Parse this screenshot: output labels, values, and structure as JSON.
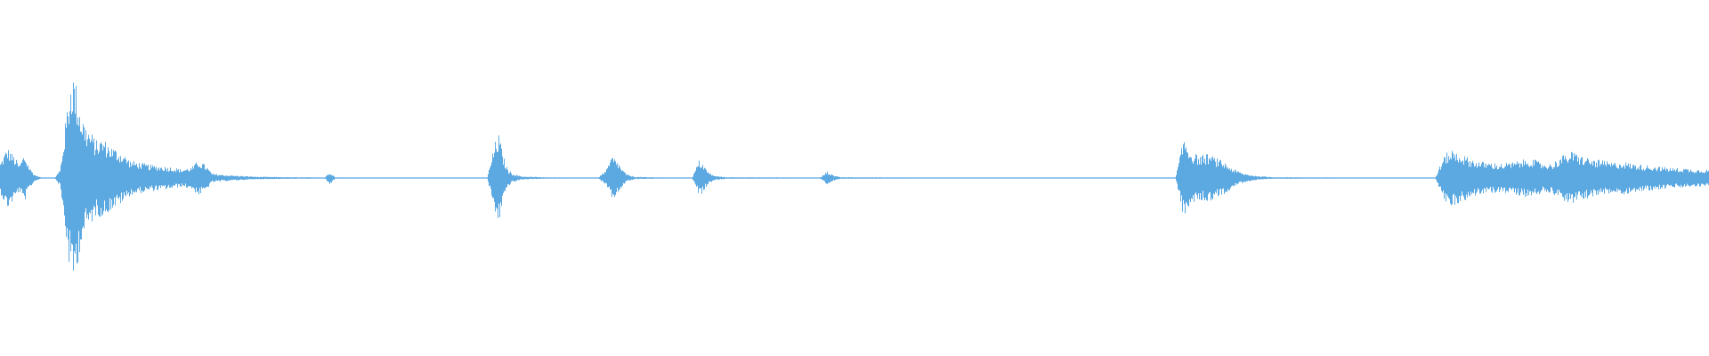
{
  "waveform": {
    "color": "#5ca9e2",
    "background": "#ffffff",
    "duration_fraction_note": "",
    "envelope": [
      [
        0.0,
        0.14
      ],
      [
        0.004,
        0.28
      ],
      [
        0.008,
        0.2
      ],
      [
        0.011,
        0.12
      ],
      [
        0.014,
        0.22
      ],
      [
        0.017,
        0.1
      ],
      [
        0.02,
        0.03
      ],
      [
        0.024,
        0.004
      ],
      [
        0.032,
        0.004
      ],
      [
        0.035,
        0.08
      ],
      [
        0.037,
        0.35
      ],
      [
        0.04,
        0.78
      ],
      [
        0.042,
        1.0
      ],
      [
        0.044,
        0.88
      ],
      [
        0.047,
        0.62
      ],
      [
        0.05,
        0.48
      ],
      [
        0.053,
        0.42
      ],
      [
        0.056,
        0.34
      ],
      [
        0.06,
        0.36
      ],
      [
        0.064,
        0.3
      ],
      [
        0.068,
        0.26
      ],
      [
        0.072,
        0.22
      ],
      [
        0.076,
        0.16
      ],
      [
        0.082,
        0.14
      ],
      [
        0.088,
        0.12
      ],
      [
        0.094,
        0.11
      ],
      [
        0.1,
        0.1
      ],
      [
        0.106,
        0.08
      ],
      [
        0.112,
        0.1
      ],
      [
        0.116,
        0.16
      ],
      [
        0.12,
        0.12
      ],
      [
        0.124,
        0.04
      ],
      [
        0.13,
        0.03
      ],
      [
        0.14,
        0.02
      ],
      [
        0.15,
        0.012
      ],
      [
        0.17,
        0.008
      ],
      [
        0.19,
        0.006
      ],
      [
        0.193,
        0.06
      ],
      [
        0.196,
        0.006
      ],
      [
        0.24,
        0.004
      ],
      [
        0.285,
        0.004
      ],
      [
        0.29,
        0.35
      ],
      [
        0.292,
        0.4
      ],
      [
        0.294,
        0.22
      ],
      [
        0.297,
        0.08
      ],
      [
        0.3,
        0.04
      ],
      [
        0.305,
        0.015
      ],
      [
        0.32,
        0.006
      ],
      [
        0.35,
        0.004
      ],
      [
        0.355,
        0.08
      ],
      [
        0.358,
        0.2
      ],
      [
        0.361,
        0.16
      ],
      [
        0.364,
        0.08
      ],
      [
        0.367,
        0.03
      ],
      [
        0.372,
        0.01
      ],
      [
        0.395,
        0.004
      ],
      [
        0.405,
        0.004
      ],
      [
        0.409,
        0.16
      ],
      [
        0.411,
        0.14
      ],
      [
        0.414,
        0.06
      ],
      [
        0.418,
        0.02
      ],
      [
        0.425,
        0.008
      ],
      [
        0.48,
        0.004
      ],
      [
        0.484,
        0.06
      ],
      [
        0.487,
        0.03
      ],
      [
        0.492,
        0.008
      ],
      [
        0.55,
        0.004
      ],
      [
        0.64,
        0.004
      ],
      [
        0.688,
        0.004
      ],
      [
        0.69,
        0.16
      ],
      [
        0.693,
        0.38
      ],
      [
        0.697,
        0.24
      ],
      [
        0.702,
        0.2
      ],
      [
        0.707,
        0.22
      ],
      [
        0.712,
        0.18
      ],
      [
        0.717,
        0.14
      ],
      [
        0.722,
        0.08
      ],
      [
        0.728,
        0.04
      ],
      [
        0.735,
        0.02
      ],
      [
        0.745,
        0.008
      ],
      [
        0.8,
        0.004
      ],
      [
        0.84,
        0.004
      ],
      [
        0.843,
        0.12
      ],
      [
        0.846,
        0.22
      ],
      [
        0.85,
        0.26
      ],
      [
        0.855,
        0.22
      ],
      [
        0.86,
        0.18
      ],
      [
        0.866,
        0.15
      ],
      [
        0.872,
        0.14
      ],
      [
        0.878,
        0.13
      ],
      [
        0.884,
        0.14
      ],
      [
        0.89,
        0.16
      ],
      [
        0.896,
        0.18
      ],
      [
        0.902,
        0.14
      ],
      [
        0.908,
        0.13
      ],
      [
        0.914,
        0.2
      ],
      [
        0.92,
        0.24
      ],
      [
        0.926,
        0.2
      ],
      [
        0.932,
        0.17
      ],
      [
        0.938,
        0.16
      ],
      [
        0.944,
        0.14
      ],
      [
        0.95,
        0.15
      ],
      [
        0.956,
        0.13
      ],
      [
        0.962,
        0.12
      ],
      [
        0.968,
        0.11
      ],
      [
        0.974,
        0.1
      ],
      [
        0.98,
        0.09
      ],
      [
        0.986,
        0.09
      ],
      [
        0.992,
        0.08
      ],
      [
        1.0,
        0.08
      ]
    ]
  }
}
